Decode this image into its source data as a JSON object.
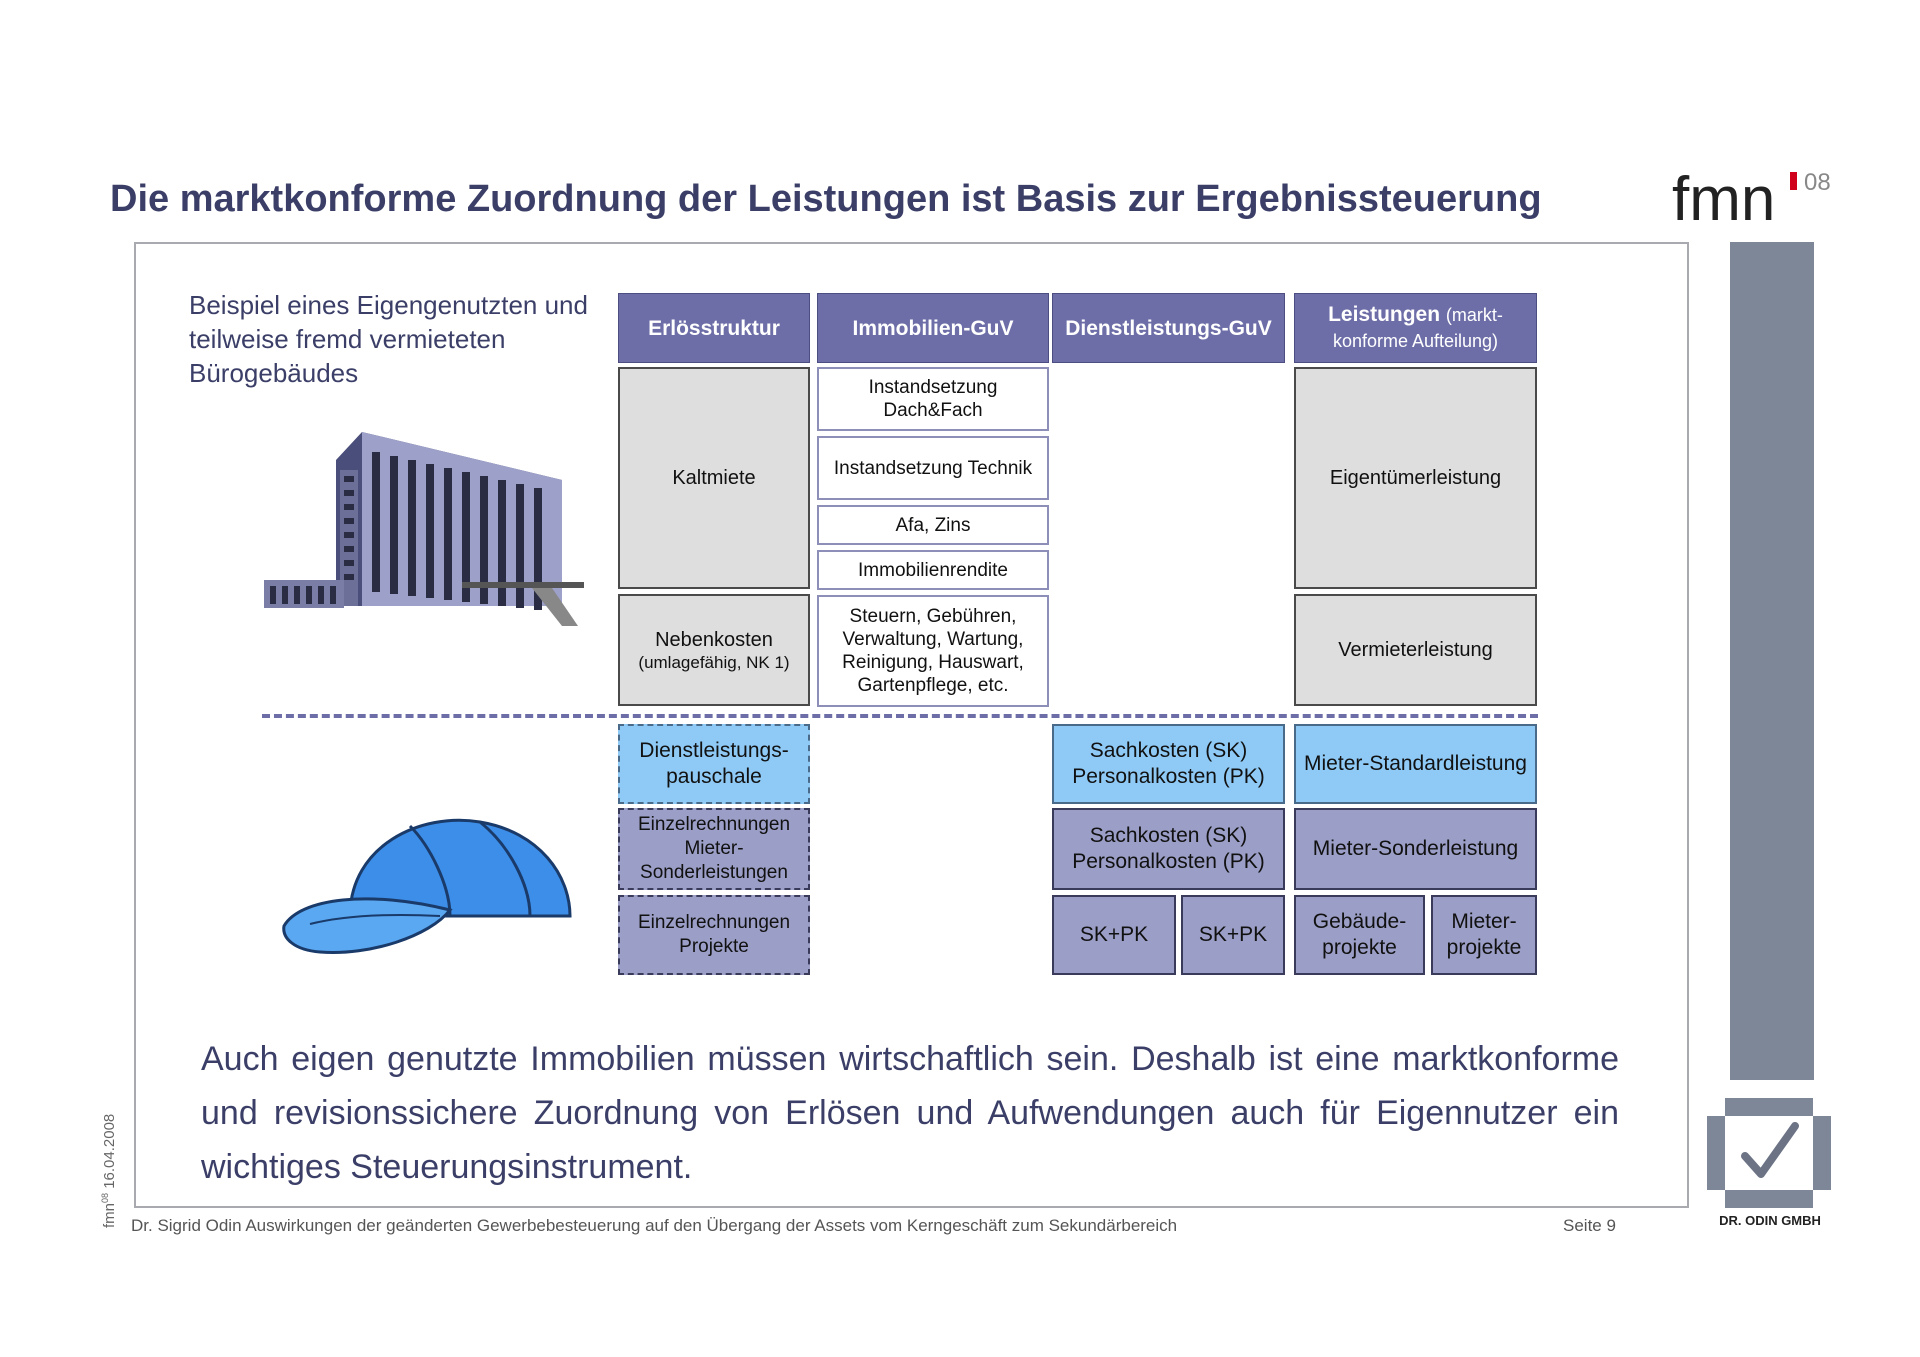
{
  "slide": {
    "title": "Die marktkonforme Zuordnung der Leistungen ist Basis zur Ergebnissteuerung",
    "logo_text": "fmn",
    "logo_superscript": "08",
    "intro": "Beispiel eines Eigengenutzten und teilweise fremd vermieteten Bürogebäudes",
    "bottom_text": "Auch eigen genutzte Immobilien müssen wirtschaftlich sein. Deshalb ist eine marktkonforme und revisionssichere Zuordnung von Erlösen und Aufwendungen auch für Eigennutzer ein wichtiges Steuerungsinstrument.",
    "footer": "Dr. Sigrid Odin Auswirkungen der geänderten Gewerbebesteuerung auf den Übergang der Assets vom Kerngeschäft zum Sekundärbereich",
    "page": "Seite 9",
    "date": "16.04.2008",
    "date_prefix": "fmn",
    "date_sup": "08",
    "company": "DR. ODIN GMBH"
  },
  "headers": {
    "erloes": "Erlösstruktur",
    "immo": "Immobilien-GuV",
    "dienst": "Dienstleistungs-GuV",
    "leist_bold": "Leistungen",
    "leist_light": "(markt-konforme Aufteilung)"
  },
  "cells": {
    "kaltmiete": "Kaltmiete",
    "nebenkosten": "Nebenkosten",
    "nebenkosten_sub": "(umlagefähig, NK 1)",
    "instand_dach": "Instandsetzung Dach&Fach",
    "instand_technik": "Instandsetzung Technik",
    "afa": "Afa, Zins",
    "rendite": "Immobilienrendite",
    "steuern": "Steuern, Gebühren, Verwaltung, Wartung, Reinigung, Hauswart, Gartenpflege, etc.",
    "eigentuemer": "Eigentümerleistung",
    "vermieter": "Vermieterleistung",
    "dl_pauschale": "Dienstleistungs-pauschale",
    "einzel_mieter": "Einzelrechnungen Mieter-Sonderleistungen",
    "einzel_projekte": "Einzelrechnungen Projekte",
    "sk_pk_1": "Sachkosten (SK) Personalkosten (PK)",
    "sk_pk_2": "Sachkosten (SK) Personalkosten (PK)",
    "skpk_a": "SK+PK",
    "skpk_b": "SK+PK",
    "mieter_standard": "Mieter-Standardleistung",
    "mieter_sonder": "Mieter-Sonderleistung",
    "gebaeude_proj": "Gebäude-projekte",
    "mieter_proj": "Mieter-projekte"
  },
  "colors": {
    "header": "#6d6ea8",
    "light_blue": "#8fcaf6",
    "purple": "#9b9ec6",
    "gray": "#dedede",
    "title": "#3b3f68",
    "logo_red": "#d0021b"
  },
  "icons": {
    "building": "office-building-icon",
    "cap": "baseball-cap-icon",
    "check": "checkmark-icon"
  }
}
